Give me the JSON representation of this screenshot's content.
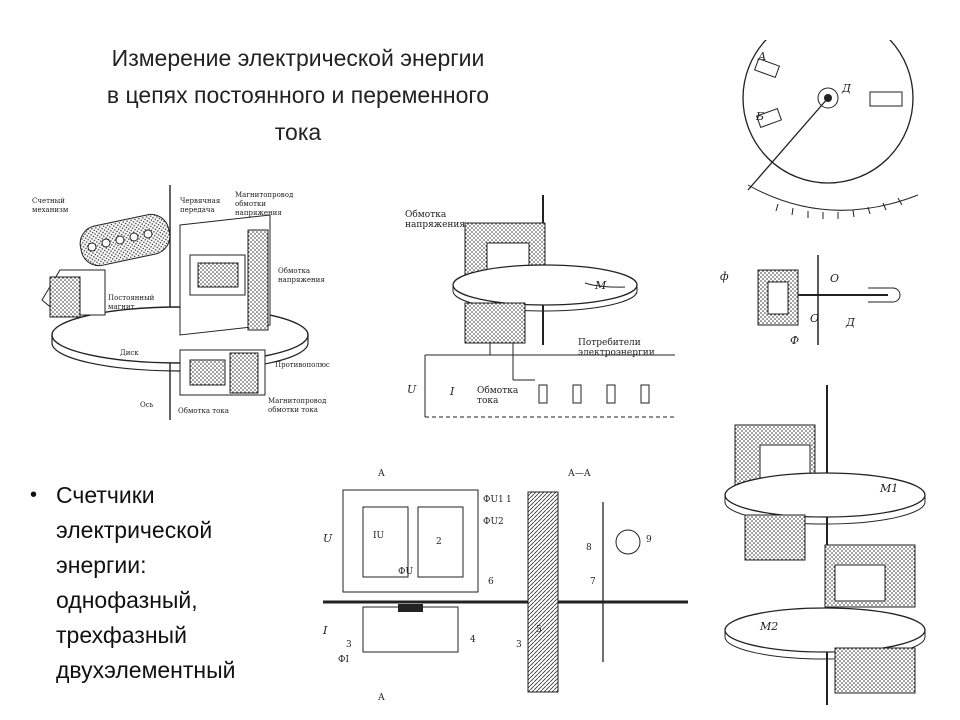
{
  "slide": {
    "title_lines": [
      "Измерение электрической энергии",
      "в цепях постоянного и переменного",
      "тока"
    ],
    "bullet_lines": [
      "Счетчики",
      "электрической",
      "энергии:",
      "однофазный,",
      "трехфазный",
      "двухэлементный"
    ]
  },
  "fig_meter_iso": {
    "labels": {
      "counter": [
        "Счетный",
        "механизм"
      ],
      "worm": [
        "Червячная",
        "передача"
      ],
      "volt_core": [
        "Магнитопровод",
        "обмотки",
        "напряжения"
      ],
      "volt_coil": [
        "Обмотка",
        "напряжения"
      ],
      "magnet": [
        "Постоянный",
        "магнит"
      ],
      "disk": "Диск",
      "counterpole": "Противополюс",
      "axis": "Ось",
      "current_coil": "Обмотка тока",
      "current_core": [
        "Магнитопровод",
        "обмотки тока"
      ]
    }
  },
  "fig_circuit": {
    "labels": {
      "volt_winding": [
        "Обмотка",
        "напряжения"
      ],
      "M": "M",
      "consumers": [
        "Потребители",
        "электроэнергии"
      ],
      "current_winding": [
        "Обмотка",
        "тока"
      ],
      "U": "U",
      "I": "I"
    }
  },
  "fig_dial": {
    "labels": {
      "A": "А",
      "B": "Б",
      "D": "Д"
    }
  },
  "fig_small": {
    "labels": {
      "phi_left": "ф",
      "O": "О",
      "Oi": "О",
      "D": "Д",
      "phi": "Ф"
    }
  },
  "fig_section": {
    "labels": {
      "A_top": "А",
      "A_bot": "А",
      "AA": "А—А",
      "Fu1": "ФU1",
      "Fu2": "ФU2",
      "FI": "ФI",
      "FU": "ФU",
      "IU": "IU",
      "U": "U",
      "I": "I",
      "n1": "1",
      "n2": "2",
      "n3": "3",
      "n3b": "3",
      "n4": "4",
      "n5": "5",
      "n6": "6",
      "n7": "7",
      "n8": "8",
      "n9": "9"
    }
  },
  "fig_twin": {
    "labels": {
      "M1": "M1",
      "M2": "M2"
    }
  }
}
